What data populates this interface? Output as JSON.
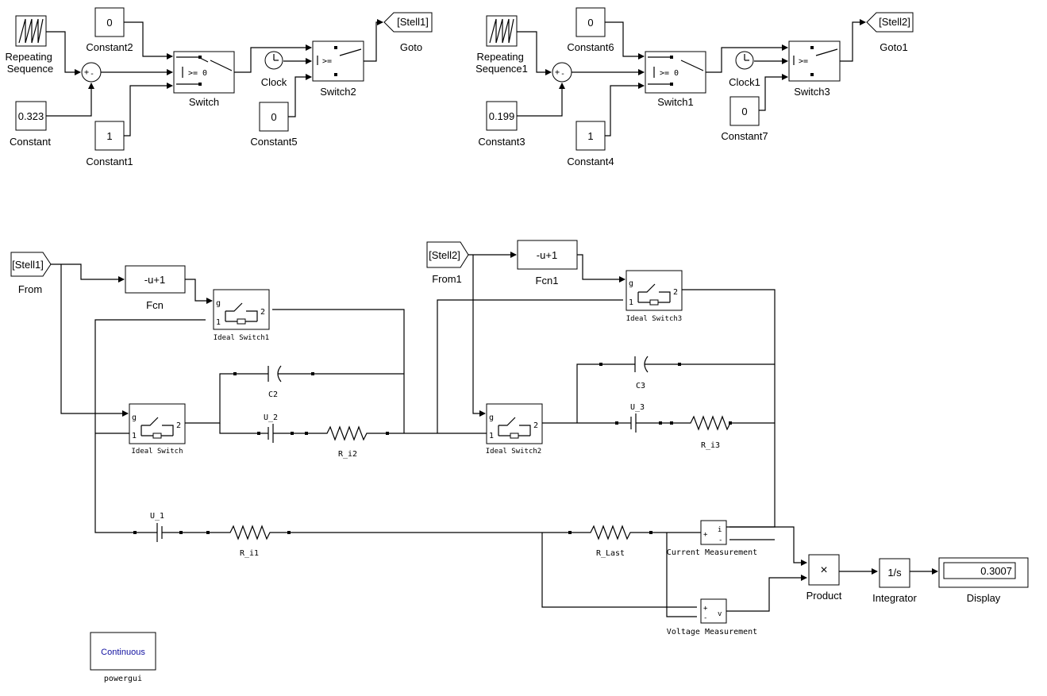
{
  "blocks": {
    "repeating_sequence": "Repeating\nSequence",
    "repeating_sequence1": "Repeating\nSequence1",
    "constant": {
      "label": "Constant",
      "value": "0.323"
    },
    "constant1": {
      "label": "Constant1",
      "value": "1"
    },
    "constant2": {
      "label": "Constant2",
      "value": "0"
    },
    "constant3": {
      "label": "Constant3",
      "value": "0.199"
    },
    "constant4": {
      "label": "Constant4",
      "value": "1"
    },
    "constant5": {
      "label": "Constant5",
      "value": "0"
    },
    "constant6": {
      "label": "Constant6",
      "value": "0"
    },
    "constant7": {
      "label": "Constant7",
      "value": "0"
    },
    "switch": {
      "label": "Switch",
      "cond": ">= 0"
    },
    "switch1": {
      "label": "Switch1",
      "cond": ">= 0"
    },
    "switch2": {
      "label": "Switch2",
      "cond": ">="
    },
    "switch3": {
      "label": "Switch3",
      "cond": ">="
    },
    "clock": "Clock",
    "clock1": "Clock1",
    "goto": {
      "label": "Goto",
      "tag": "[Stell1]"
    },
    "goto1": {
      "label": "Goto1",
      "tag": "[Stell2]"
    },
    "from": {
      "label": "From",
      "tag": "[Stell1]"
    },
    "from1": {
      "label": "From1",
      "tag": "[Stell2]"
    },
    "fcn": {
      "label": "Fcn",
      "expr": "-u+1"
    },
    "fcn1": {
      "label": "Fcn1",
      "expr": "-u+1"
    },
    "ideal_switch": "Ideal Switch",
    "ideal_switch1": "Ideal Switch1",
    "ideal_switch2": "Ideal Switch2",
    "ideal_switch3": "Ideal Switch3",
    "c2": "C2",
    "c3": "C3",
    "u1": "U_1",
    "u2": "U_2",
    "u3": "U_3",
    "r_i1": "R_i1",
    "r_i2": "R_i2",
    "r_i3": "R_i3",
    "r_last": "R_Last",
    "current_measurement": {
      "label": "Current Measurement",
      "port": "i"
    },
    "voltage_measurement": {
      "label": "Voltage Measurement",
      "port": "v"
    },
    "product": {
      "label": "Product",
      "symbol": "×"
    },
    "integrator": {
      "label": "Integrator",
      "expr": "1/s"
    },
    "display": {
      "label": "Display",
      "value": "0.3007"
    },
    "powergui": {
      "label": "powergui",
      "mode": "Continuous"
    }
  },
  "ports": {
    "g": "g",
    "one": "1",
    "two": "2",
    "plus": "+",
    "minus": "-"
  }
}
